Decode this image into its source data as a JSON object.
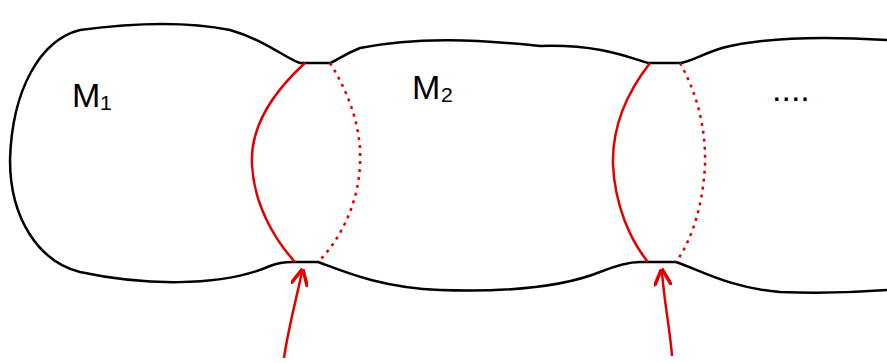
{
  "diagram": {
    "labels": [
      "M₁",
      "M₂",
      "...."
    ]
  }
}
